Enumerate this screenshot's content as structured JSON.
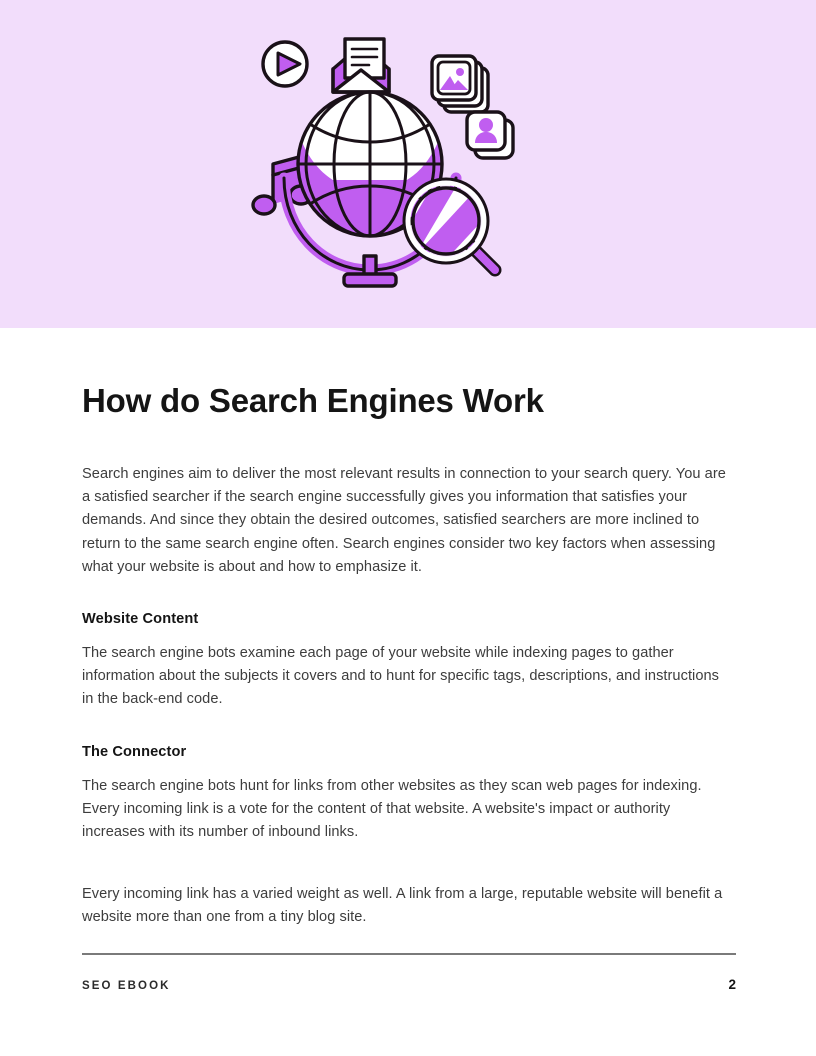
{
  "document": {
    "title": "How do Search Engines Work"
  },
  "hero": {
    "background_color": "#f2ddfb",
    "accent_color": "#c05ef0",
    "outline_color": "#1a1118",
    "icons": [
      "envelope-icon",
      "photo-stack-icon",
      "play-button-icon",
      "contact-card-icon",
      "music-note-icon",
      "magnifier-icon",
      "globe-icon"
    ]
  },
  "main": {
    "intro_paragraph": "Search engines aim to deliver the most relevant results in connection to your search query. You are a satisfied searcher if the search engine successfully gives you information that satisfies your demands. And since they obtain the desired outcomes, satisfied searchers are more inclined to return to the same search engine often. Search engines consider two key factors when assessing what your website is about and how to emphasize it.",
    "sections": [
      {
        "heading": "Website Content",
        "paragraph": "The search engine bots examine each page of your website while indexing pages to gather information about the subjects it covers and to hunt for specific tags, descriptions, and instructions in the back-end code."
      },
      {
        "heading": "The Connector",
        "paragraph": "The search engine bots hunt for links from other websites as they scan web pages for indexing. Every incoming link is a vote for the content of that website. A website's impact or authority increases with its number of inbound links."
      }
    ],
    "closing_paragraph": "Every incoming link has a varied weight as well. A link from a large, reputable website will benefit a website more than one from a tiny blog site."
  },
  "footer": {
    "label": "SEO EBOOK",
    "page_number": "2"
  }
}
